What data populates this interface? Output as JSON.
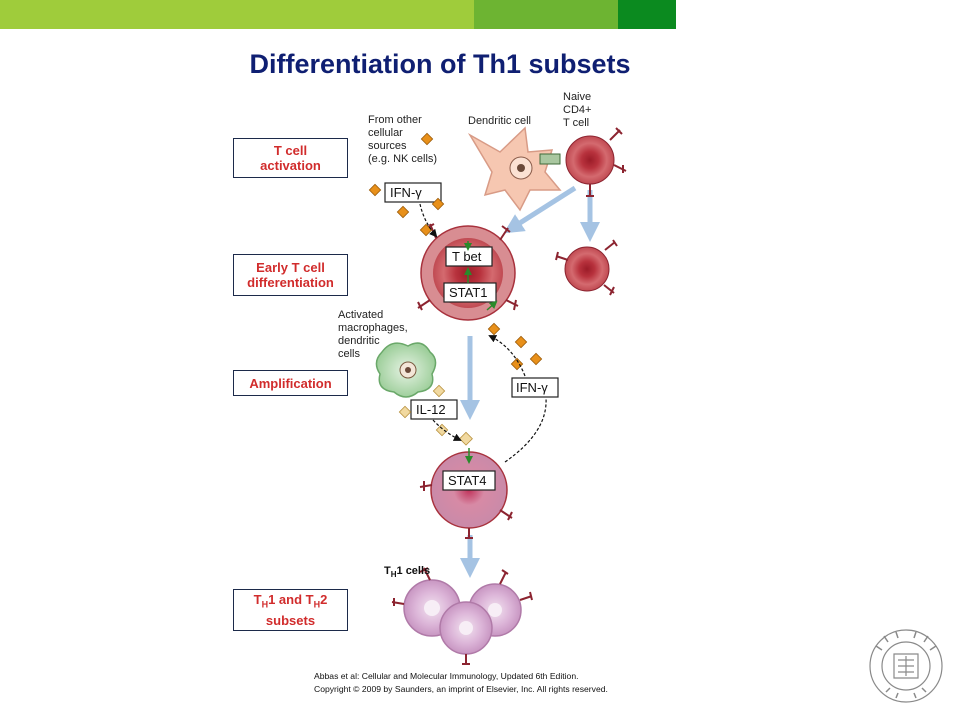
{
  "slide": {
    "title": "Differentiation of Th1 subsets",
    "colors": {
      "title": "#0f1f72",
      "bar_light": "#9fcc3b",
      "bar_mid": "#6db432",
      "bar_dark": "#0b8a1f",
      "stage_text": "#d12c2c",
      "arrow": "#a5c3e3",
      "t_cell": "#c9454e",
      "th1_cell": "#dcb0d6"
    },
    "stages": [
      {
        "line1": "T cell",
        "line2": "activation"
      },
      {
        "line1": "Early T cell",
        "line2": "differentiation"
      },
      {
        "line1": "Amplification",
        "line2": ""
      },
      {
        "line1": "T",
        "sub1": "H",
        "mid": "1 and T",
        "sub2": "H",
        "end": "2",
        "line2": "subsets"
      }
    ],
    "labels": {
      "other_sources": [
        "From other",
        "cellular",
        "sources",
        "(e.g. NK cells)"
      ],
      "dendritic_cell": "Dendritic cell",
      "naive": [
        "Naive",
        "CD4+",
        "T cell"
      ],
      "macrophages": [
        "Activated",
        "macrophages,",
        "dendritic",
        "cells"
      ],
      "ifn_top": "IFN-γ",
      "ifn_right": "IFN-γ",
      "il12": "IL-12",
      "tbet": "T bet",
      "stat1": "STAT1",
      "stat4": "STAT4",
      "th1_cells_T": "T",
      "th1_cells_sub": "H",
      "th1_cells_rest": "1 cells"
    },
    "credit": [
      "Abbas et al: Cellular and Molecular Immunology, Updated 6th Edition.",
      "Copyright © 2009 by Saunders, an imprint of Elsevier, Inc. All rights reserved."
    ]
  }
}
